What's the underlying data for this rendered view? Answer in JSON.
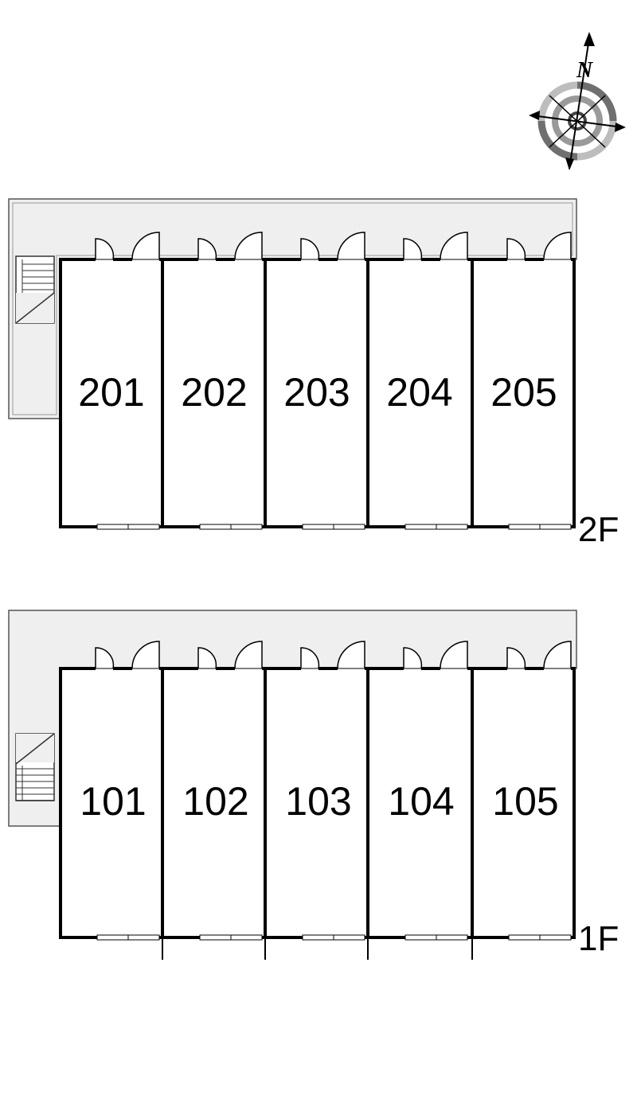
{
  "compass": {
    "north_label": "N"
  },
  "floors": [
    {
      "label": "2F",
      "units": [
        "201",
        "202",
        "203",
        "204",
        "205"
      ]
    },
    {
      "label": "1F",
      "units": [
        "101",
        "102",
        "103",
        "104",
        "105"
      ]
    }
  ],
  "colors": {
    "corridor_fill": "#efefef",
    "wall": "#000000",
    "compass_gray": "#888888"
  }
}
